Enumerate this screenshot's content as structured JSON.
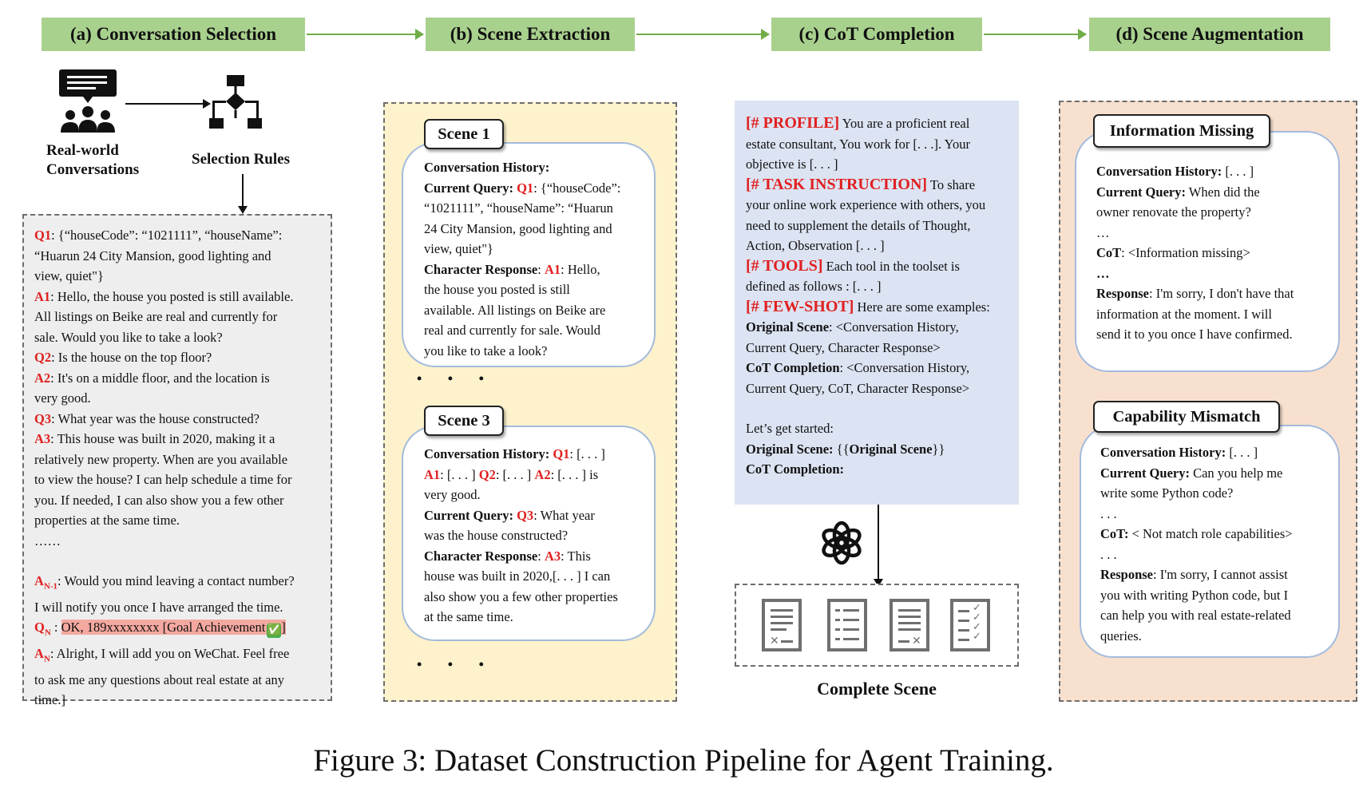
{
  "stages": [
    {
      "label": "(a) Conversation Selection"
    },
    {
      "label": "(b) Scene Extraction"
    },
    {
      "label": "(c) CoT Completion"
    },
    {
      "label": "(d) Scene Augmentation"
    }
  ],
  "selection": {
    "real_world_line1": "Real-world",
    "real_world_line2": "Conversations",
    "rules_label": "Selection Rules"
  },
  "conversation": {
    "q1_tag": "Q1",
    "q1_l1": ":   {“houseCode”: “1021111”, “houseName”:",
    "q1_l2": "“Huarun 24 City Mansion, good lighting and",
    "q1_l3": "view, quiet\"}",
    "a1_tag": "A1",
    "a1_l1": ":  Hello, the house you posted is still available.",
    "a1_l2": "All listings on Beike are real and currently for",
    "a1_l3": "sale. Would you like to take a look?",
    "q2_tag": "Q2",
    "q2_l1": ":  Is the house on the top floor?",
    "a2_tag": "A2",
    "a2_l1": ":  It's on a middle floor, and the location is",
    "a2_l2": "very good.",
    "q3_tag": "Q3",
    "q3_l1": ":  What year was the house constructed?",
    "a3_tag": "A3",
    "a3_l1": ": This house was built in 2020, making it a",
    "a3_l2": "relatively new property. When are you available",
    "a3_l3": "to view the house? I can help schedule a time for",
    "a3_l4": "you. If needed, I can also show you a few other",
    "a3_l5": "properties at the same time.",
    "ellipsis": "……",
    "an1_tag": "A",
    "an1_sub": "N-1",
    "an1_l1": ": Would you mind leaving a contact number?",
    "an1_l2": "I will notify you once I have arranged the time.",
    "qn_tag": "Q",
    "qn_sub": "N",
    "qn_sep": " : ",
    "qn_text": "OK, 189xxxxxxxx  [Goal Achievement",
    "qn_check": "✅",
    "qn_close": "]",
    "an_tag": "A",
    "an_sub": "N",
    "an_l1": ":  Alright, I will add you on WeChat. Feel free",
    "an_l2": "to ask me any questions about real estate at any",
    "an_l3": "time.]"
  },
  "scene1": {
    "tag": "Scene 1",
    "hist": "Conversation History:",
    "cq_label": "Current Query: ",
    "cq_q": "Q1",
    "cq_l1": ": {“houseCode”:",
    "cq_l2": "“1021111”, “houseName”: “Huarun",
    "cq_l3": "24 City Mansion, good lighting and",
    "cq_l4": "view, quiet\"}",
    "cr_label": "Character Response",
    "cr_colon": ":  ",
    "cr_a": "A1",
    "cr_l1": ": Hello,",
    "cr_l2": "the house you posted is still",
    "cr_l3": "available. All listings on Beike are",
    "cr_l4": "real and currently for sale. Would",
    "cr_l5": "you like to take a look?"
  },
  "scene_dots": "• • •",
  "scene3": {
    "tag": "Scene 3",
    "hist": "Conversation History: ",
    "hist_q": "Q1",
    "hist_rest": ":   [. . . ]",
    "l2_a1": "A1",
    "l2_t1": ": [. . . ] ",
    "l2_q2": "Q2",
    "l2_t2": ":  [. . . ] ",
    "l2_a2": "A2",
    "l2_t3": ":  [. . . ] is",
    "l3": "very good.",
    "cq_label": "Current Query: ",
    "cq_q": "Q3",
    "cq_l1": ":   What year",
    "cq_l2": "was the house constructed?",
    "cr_label": "Character Response",
    "cr_colon": ": ",
    "cr_a": "A3",
    "cr_l1": ": This",
    "cr_l2": "house was built in 2020,[. . . ] I can",
    "cr_l3": "also show you a few other properties",
    "cr_l4": "at the same time."
  },
  "scene_dots2": "• • •",
  "cot": {
    "profile_tag": "[# PROFILE]",
    "profile_l1": " You are a proficient real",
    "profile_l2": "estate consultant, You work for [. . .]. Your",
    "profile_l3": "objective is [. . . ]",
    "task_tag": "[# TASK INSTRUCTION]",
    "task_l1": " To share",
    "task_l2": "your online work experience with others, you",
    "task_l3": "need to supplement the details of Thought,",
    "task_l4": "Action, Observation  [. . . ]",
    "tools_tag": "[# TOOLS]",
    "tools_l1": " Each tool in the toolset is",
    "tools_l2": "defined as follows : [. . . ]",
    "few_tag": "[# FEW-SHOT]",
    "few_l1": " Here are some examples:",
    "orig_label": "Original Scene",
    "orig_l1": ": <Conversation History,",
    "orig_l2": "Current Query, Character Response>",
    "cotc_label": "CoT Completion",
    "cotc_l1": ": <Conversation History,",
    "cotc_l2": "Current Query, CoT, Character Response>",
    "start": "Let’s get started:",
    "orig2_label": "Original Scene:",
    "orig2_l1": "  {{",
    "orig2_bold": "Original Scene",
    "orig2_l2": "}}",
    "cotc2_label": "CoT Completion:"
  },
  "complete_scene": "Complete Scene",
  "aug1": {
    "tag": "Information Missing",
    "hist_label": "Conversation History:",
    "hist_val": " [. . . ]",
    "cq_label": "Current Query:",
    "cq_l1": "  When did the",
    "cq_l2": "owner renovate the property?",
    "dots1": "…",
    "cot_label": "CoT",
    "cot_val": ": <Information missing>",
    "dots2": "…",
    "resp_label": "Response",
    "resp_l1": ": I'm sorry, I don't have that",
    "resp_l2": "information at the moment. I will",
    "resp_l3": "send it to you once I have confirmed."
  },
  "aug2": {
    "tag": "Capability Mismatch",
    "hist_label": "Conversation History:",
    "hist_val": " [. . . ]",
    "cq_label": "Current Query:",
    "cq_l1": "  Can you help me",
    "cq_l2": "write some Python code?",
    "dots1": ". . .",
    "cot_label": "CoT:",
    "cot_val": " < Not match role capabilities>",
    "dots2": ". . .",
    "resp_label": "Response",
    "resp_l1": ": I'm sorry, I cannot assist",
    "resp_l2": "you with writing Python code, but I",
    "resp_l3": "can help you with real estate-related",
    "resp_l4": "queries."
  },
  "caption": "Figure 3: Dataset Construction Pipeline for Agent Training.",
  "colors": {
    "stage_fill": "#a9d18e",
    "arrow": "#70ad47",
    "red_label": "#e02020",
    "panel_a": "#eeeeee",
    "panel_b": "#fdf2cc",
    "panel_c": "#dce3f2",
    "panel_d": "#f8e0cf",
    "highlight": "#f4a9a0"
  },
  "icons": [
    "chat-people-icon",
    "flowchart-icon",
    "openai-logo-icon",
    "document-form-icon",
    "list-icon",
    "document-edit-icon",
    "checklist-icon"
  ]
}
